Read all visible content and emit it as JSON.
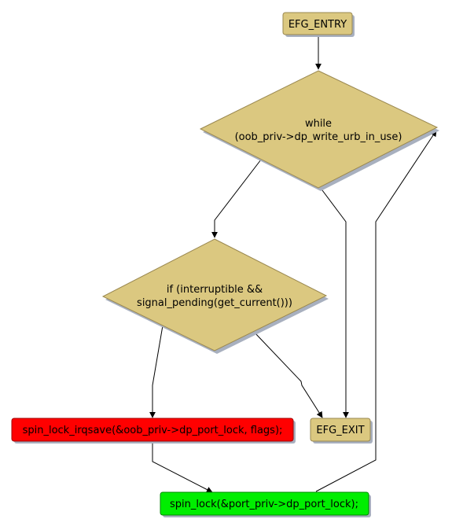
{
  "nodes": {
    "entry": {
      "label": "EFG_ENTRY",
      "fill": "#dbc880",
      "stroke": "#9a8850"
    },
    "while_cond": {
      "line1": "while",
      "line2": "(oob_priv->dp_write_urb_in_use)",
      "fill": "#dbc880",
      "stroke": "#9a8850"
    },
    "if_cond": {
      "line1": "if (interruptible &&",
      "line2": "signal_pending(get_current()))",
      "fill": "#dbc880",
      "stroke": "#9a8850"
    },
    "irqsave": {
      "label": "spin_lock_irqsave(&oob_priv->dp_port_lock, flags);",
      "fill": "#ff0000",
      "stroke": "#a00000"
    },
    "exit": {
      "label": "EFG_EXIT",
      "fill": "#dbc880",
      "stroke": "#9a8850"
    },
    "lock": {
      "label": "spin_lock(&port_priv->dp_port_lock);",
      "fill": "#00ee00",
      "stroke": "#008800"
    }
  },
  "colors": {
    "shadow": "#a8b0bf",
    "edge": "#000000"
  }
}
